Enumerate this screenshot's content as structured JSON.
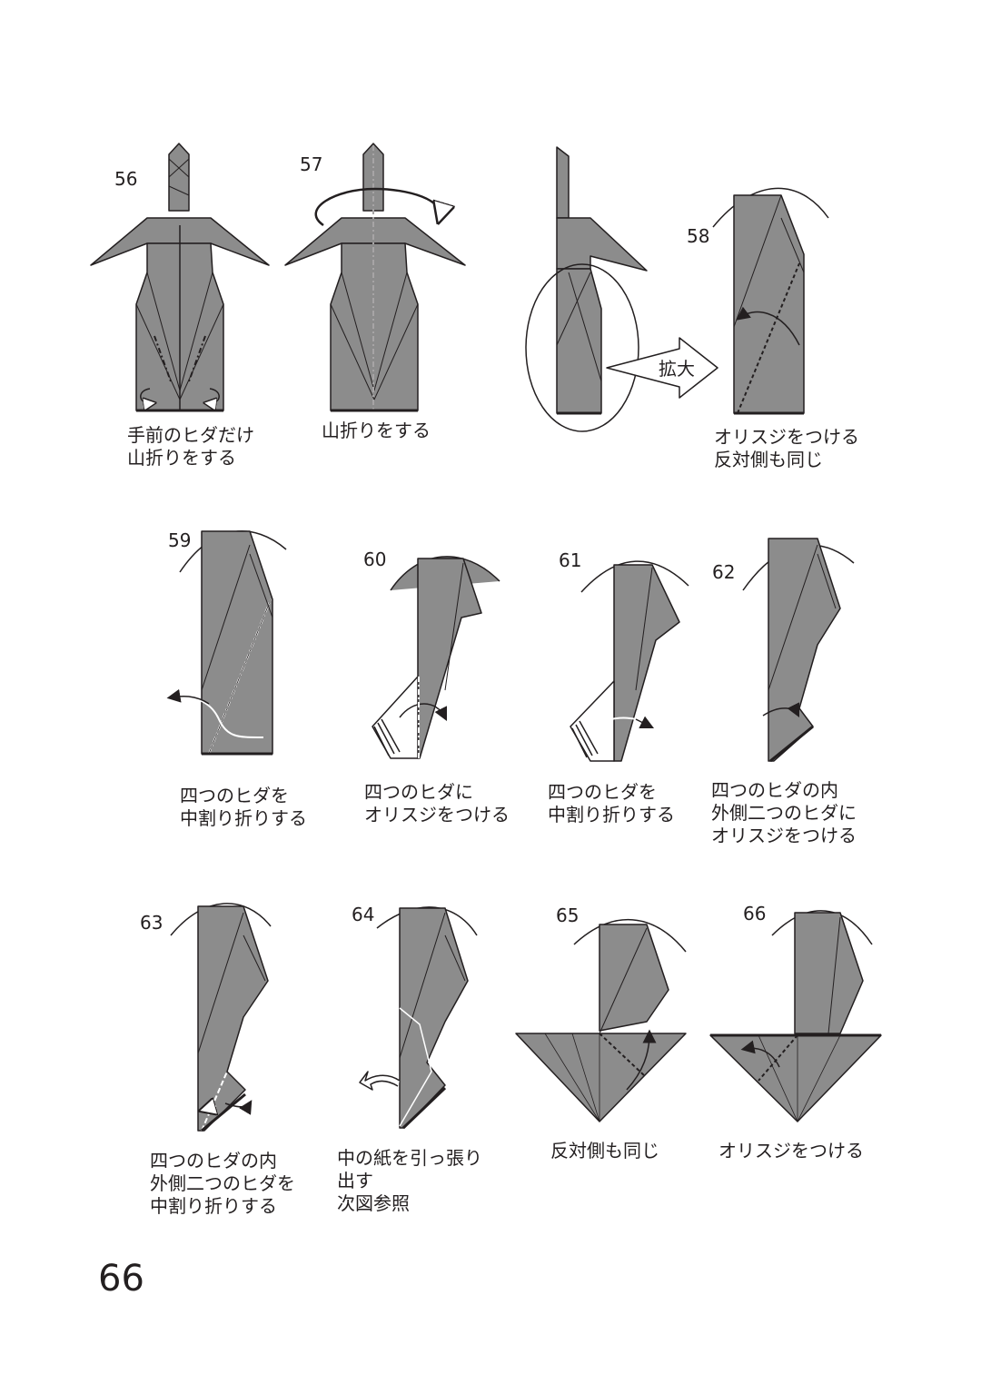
{
  "page_number": "66",
  "zoom_label": "拡大",
  "colors": {
    "paper": "#8c8c8c",
    "paper_dark": "#6e6e6e",
    "line": "#231f20",
    "edge": "#1a1a1a"
  },
  "steps": [
    {
      "number": "56",
      "caption": "手前のヒダだけ\n山折りをする"
    },
    {
      "number": "57",
      "caption": "山折りをする"
    },
    {
      "number": "58",
      "caption": "オリスジをつける\n反対側も同じ"
    },
    {
      "number": "59",
      "caption": "四つのヒダを\n中割り折りする"
    },
    {
      "number": "60",
      "caption": "四つのヒダに\nオリスジをつける"
    },
    {
      "number": "61",
      "caption": "四つのヒダを\n中割り折りする"
    },
    {
      "number": "62",
      "caption": "四つのヒダの内\n外側二つのヒダに\nオリスジをつける"
    },
    {
      "number": "63",
      "caption": "四つのヒダの内\n外側二つのヒダを\n中割り折りする"
    },
    {
      "number": "64",
      "caption": "中の紙を引っ張り\n出す\n次図参照"
    },
    {
      "number": "65",
      "caption": "反対側も同じ"
    },
    {
      "number": "66",
      "caption": "オリスジをつける"
    }
  ]
}
